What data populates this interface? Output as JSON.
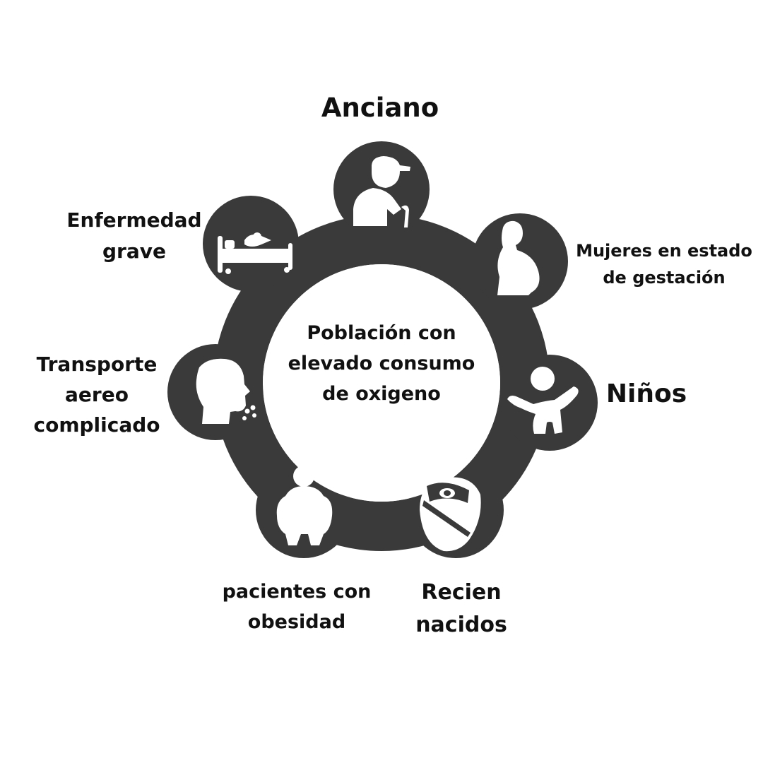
{
  "center": {
    "line1": "Población con",
    "line2": "elevado consumo",
    "line3": "de oxigeno"
  },
  "nodes": [
    {
      "id": "anciano",
      "label_lines": [
        "Anciano"
      ],
      "icon": "elderly-person-icon"
    },
    {
      "id": "mujeres",
      "label_lines": [
        "Mujeres en estado",
        "de gestación"
      ],
      "icon": "pregnant-woman-icon"
    },
    {
      "id": "ninos",
      "label_lines": [
        "Niños"
      ],
      "icon": "child-icon"
    },
    {
      "id": "recien",
      "label_lines": [
        "Recien",
        "nacidos"
      ],
      "icon": "newborn-icon"
    },
    {
      "id": "obesidad",
      "label_lines": [
        "pacientes con",
        "obesidad"
      ],
      "icon": "obese-person-icon"
    },
    {
      "id": "transporte",
      "label_lines": [
        "Transporte",
        "aereo",
        "complicado"
      ],
      "icon": "breathing-head-icon"
    },
    {
      "id": "enfermedad",
      "label_lines": [
        "Enfermedad",
        "grave"
      ],
      "icon": "hospital-bed-icon"
    }
  ],
  "colors": {
    "ring": "#3a3a3a",
    "icon": "#ffffff",
    "text": "#111111",
    "background": "#ffffff"
  }
}
